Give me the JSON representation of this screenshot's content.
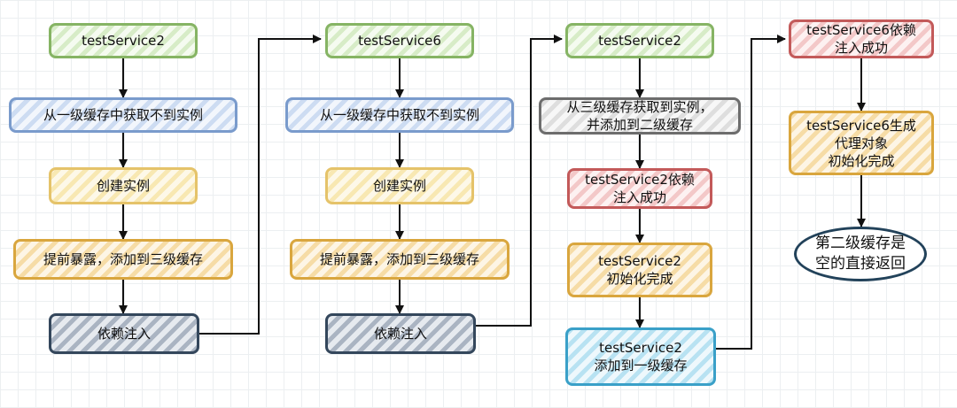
{
  "diagram": {
    "col1": {
      "start": "testService2",
      "lookup_l1": "从一级缓存中获取不到实例",
      "create": "创建实例",
      "expose": "提前暴露，添加到三级缓存",
      "inject": "依赖注入"
    },
    "col2": {
      "start": "testService6",
      "lookup_l1": "从一级缓存中获取不到实例",
      "create": "创建实例",
      "expose": "提前暴露，添加到三级缓存",
      "inject": "依赖注入"
    },
    "col3": {
      "start": "testService2",
      "from_l3_line1": "从三级缓存获取到实例，",
      "from_l3_line2": "并添加到二级缓存",
      "inject_done_line1": "testService2依赖",
      "inject_done_line2": "注入成功",
      "init_done_line1": "testService2",
      "init_done_line2": "初始化完成",
      "add_l1_line1": "testService2",
      "add_l1_line2": "添加到一级缓存"
    },
    "col4": {
      "inject_done_line1": "testService6依赖",
      "inject_done_line2": "注入成功",
      "proxy_line1": "testService6生成",
      "proxy_line2": "代理对象",
      "proxy_line3": "初始化完成",
      "result_line1": "第二级缓存是",
      "result_line2": "空的直接返回"
    }
  },
  "colors": {
    "arrow": "#111111"
  }
}
